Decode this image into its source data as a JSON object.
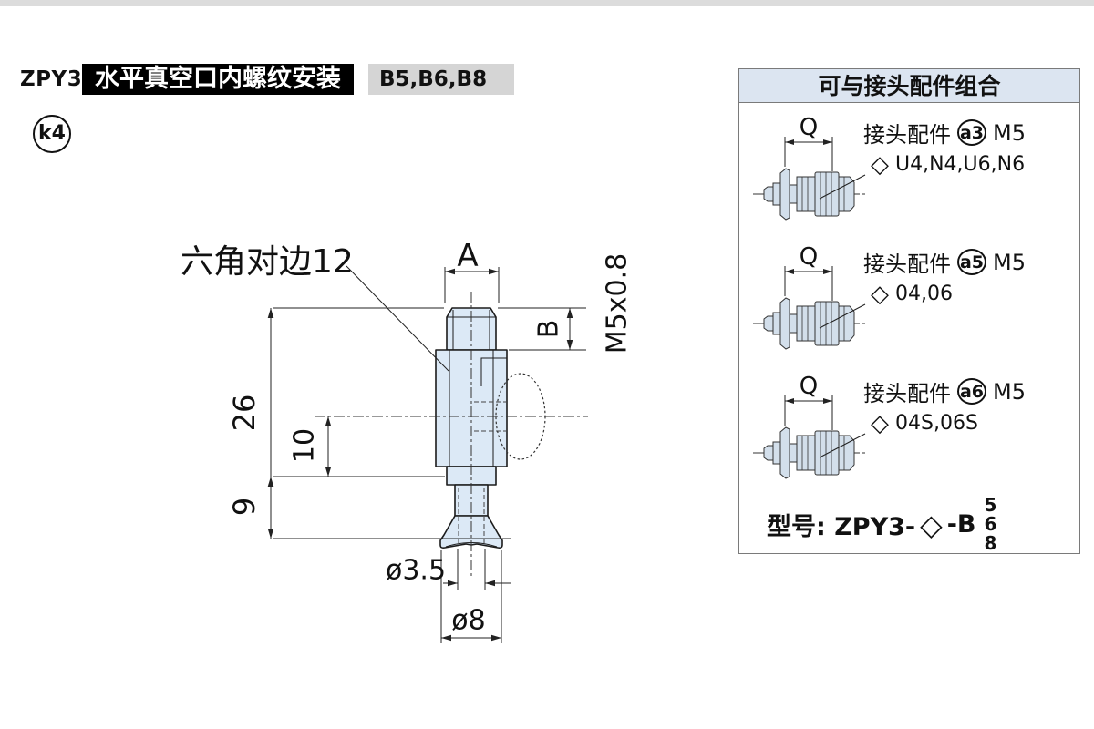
{
  "colors": {
    "part_fill": "#dce9f6",
    "panel_header_bg": "#dce5f1",
    "title_bar_bg": "#000000",
    "size_box_bg": "#d5d5d5"
  },
  "header": {
    "model_code": "ZPY3",
    "title": "水平真空口内螺纹安装",
    "size_codes": "B5,B6,B8",
    "ref_badge": "k4"
  },
  "drawing": {
    "hex_flats_label": "六角对边12",
    "dim_a": "A",
    "dim_b": "B",
    "thread_spec": "M5x0.8",
    "dim_26": "26",
    "dim_10": "10",
    "dim_9": "9",
    "dia_orifice": "ø3.5",
    "dia_pad": "ø8"
  },
  "panel": {
    "title": "可与接头配件组合",
    "items": [
      {
        "dim_label": "Q",
        "label": "接头配件",
        "badge": "a3",
        "thread": "M5",
        "diamond": "◇",
        "options": "U4,N4,U6,N6"
      },
      {
        "dim_label": "Q",
        "label": "接头配件",
        "badge": "a5",
        "thread": "M5",
        "diamond": "◇",
        "options": "04,06"
      },
      {
        "dim_label": "Q",
        "label": "接头配件",
        "badge": "a6",
        "thread": "M5",
        "diamond": "◇",
        "options": "04S,06S"
      }
    ],
    "model_row": {
      "prefix": "型号: ZPY3-",
      "diamond": "◇",
      "suffix": "-B",
      "sizes": [
        "5",
        "6",
        "8"
      ]
    }
  }
}
